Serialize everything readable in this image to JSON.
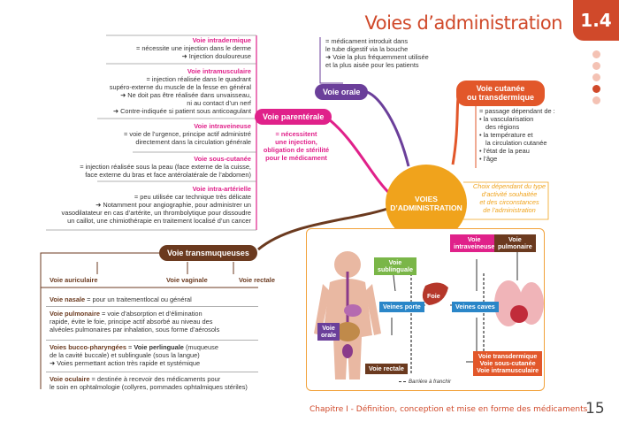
{
  "header": {
    "title": "Voies d’administration",
    "chapter_number": "1.4",
    "dots": [
      "#f4c2b4",
      "#f4c2b4",
      "#f4c2b4",
      "#d0492a",
      "#f4c2b4"
    ]
  },
  "center": {
    "label_line1": "VOIES",
    "label_line2": "D’ADMINISTRATION",
    "color": "#f0a31c"
  },
  "choix": {
    "l1": "Choix dépendant du type",
    "l2": "d’activité souhaitée",
    "l3": "et des circonstances",
    "l4": "de l’administration"
  },
  "orale": {
    "label": "Voie orale",
    "color": "#6b3f9a",
    "l1": "= médicament introduit dans",
    "l2": "le tube digestif via la bouche",
    "l3": "➜ Voie la plus fréquemment utilisée",
    "l4": "et la plus aisée pour les patients"
  },
  "cutanee": {
    "label_line1": "Voie cutanée",
    "label_line2": "ou transdermique",
    "color": "#e2572a",
    "intro": "= passage dépendant de :",
    "items": [
      "la vascularisation",
      "des régions",
      "la température et",
      "la circulation cutanée",
      "l’état de la peau",
      "l’âge"
    ]
  },
  "parenterale": {
    "label": "Voie parentérale",
    "color": "#e0218a",
    "note_l1": "= nécessitent",
    "note_l2": "une injection,",
    "note_l3": "obligation de stérilité",
    "note_l4": "pour le médicament",
    "intradermique": {
      "title": "Voie intradermique",
      "l1": "= nécessite une injection dans le derme",
      "l2": "➜ Injection douloureuse"
    },
    "intramusculaire": {
      "title": "Voie intramusculaire",
      "l1": "= injection réalisée dans le quadrant",
      "l2": "supéro-externe du muscle de la fesse en général",
      "l3": "➜ Ne doit pas être réalisée dans unvaisseau,",
      "l4": "ni au contact d’un nerf",
      "l5": "➜ Contre-indiquée si patient sous anticoagulant"
    },
    "intraveineuse": {
      "title": "Voie intraveineuse",
      "l1": "= voie de l’urgence, principe actif administré",
      "l2": "directement dans la circulation générale"
    },
    "souscutanee": {
      "title": "Voie sous-cutanée",
      "l1": "= injection réalisée sous la peau (face externe de la cuisse,",
      "l2": "face externe du bras et face antérolatérale de l’abdomen)"
    },
    "intraarterielle": {
      "title": "Voie intra-artérielle",
      "l1": "= peu utilisée car technique très délicate",
      "l2": "➜ Notamment pour angiographie, pour administrer un",
      "l3": "vasodilatateur en cas d’artérite, un thrombolytique pour dissoudre",
      "l4": "un caillot, une chimiothérapie en traitement localisé d’un cancer"
    }
  },
  "transmuqueuses": {
    "label": "Voie transmuqueuses",
    "color": "#6b3a1f",
    "sub": [
      "Voie auriculaire",
      "Voie vaginale",
      "Voie rectale"
    ],
    "nasale": {
      "title": "Voie nasale",
      "text": " = pour un traitementlocal ou général"
    },
    "pulmonaire": {
      "title": "Voie pulmonaire",
      "l1": " = voie d’absorption et d’élimination",
      "l2": "rapide, évite le foie, principe actif absorbé au niveau des",
      "l3": "alvéoles pulmonaires par inhalation, sous forme d’aérosols"
    },
    "bucco": {
      "title": "Voies bucco-pharyngées",
      "mid": " = ",
      "title2": "Voie perlinguale",
      "l1": " (muqueuse",
      "l2": "de la cavité buccale) et sublinguale (sous la langue)",
      "l3": "➜ Voies permettant action très rapide et systémique"
    },
    "oculaire": {
      "title": "Voie oculaire",
      "l1": " = destinée à recevoir des médicaments pour",
      "l2": "le soin en ophtalmologie (collyres, pommades ophtalmiques stériles)"
    }
  },
  "figure": {
    "voie_sublinguale_1": "Voie",
    "voie_sublinguale_2": "sublinguale",
    "voie_intraveineuse_1": "Voie",
    "voie_intraveineuse_2": "intraveineuse",
    "voie_pulmonaire_1": "Voie",
    "voie_pulmonaire_2": "pulmonaire",
    "foie": "Foie",
    "veines_porte": "Veines porte",
    "veines_caves": "Veines caves",
    "voie_orale_1": "Voie",
    "voie_orale_2": "orale",
    "voie_rectale": "Voie rectale",
    "transdermique": "Voie transdermique",
    "souscutanee": "Voie sous-cutanée",
    "intramusculaire": "Voie intramusculaire",
    "barriere": "Barrière à franchir"
  },
  "footer": {
    "chapter": "Chapitre I - Définition, conception et mise en forme des médicaments",
    "page": "15"
  }
}
